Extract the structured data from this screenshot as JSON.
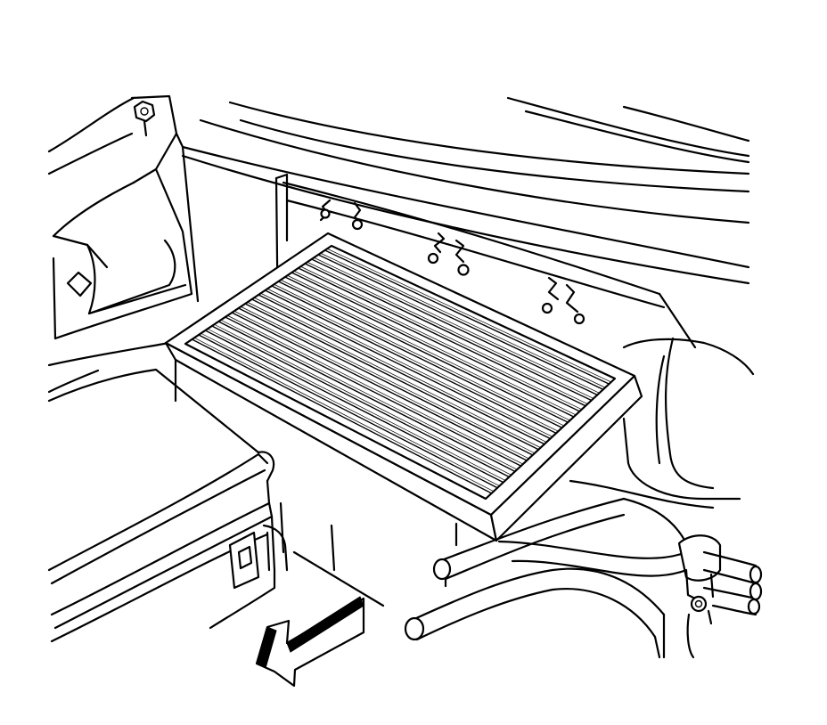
{
  "figure": {
    "kind": "service-illustration",
    "colors": {
      "line": "#000000",
      "background": "#ffffff"
    },
    "filter": {
      "pleat_count": 22
    },
    "direction_arrow": {
      "direction": "toward-lower-left"
    },
    "icons": [
      "removal-arrow-icon",
      "bolt-icon",
      "diamond-clip-icon"
    ]
  }
}
